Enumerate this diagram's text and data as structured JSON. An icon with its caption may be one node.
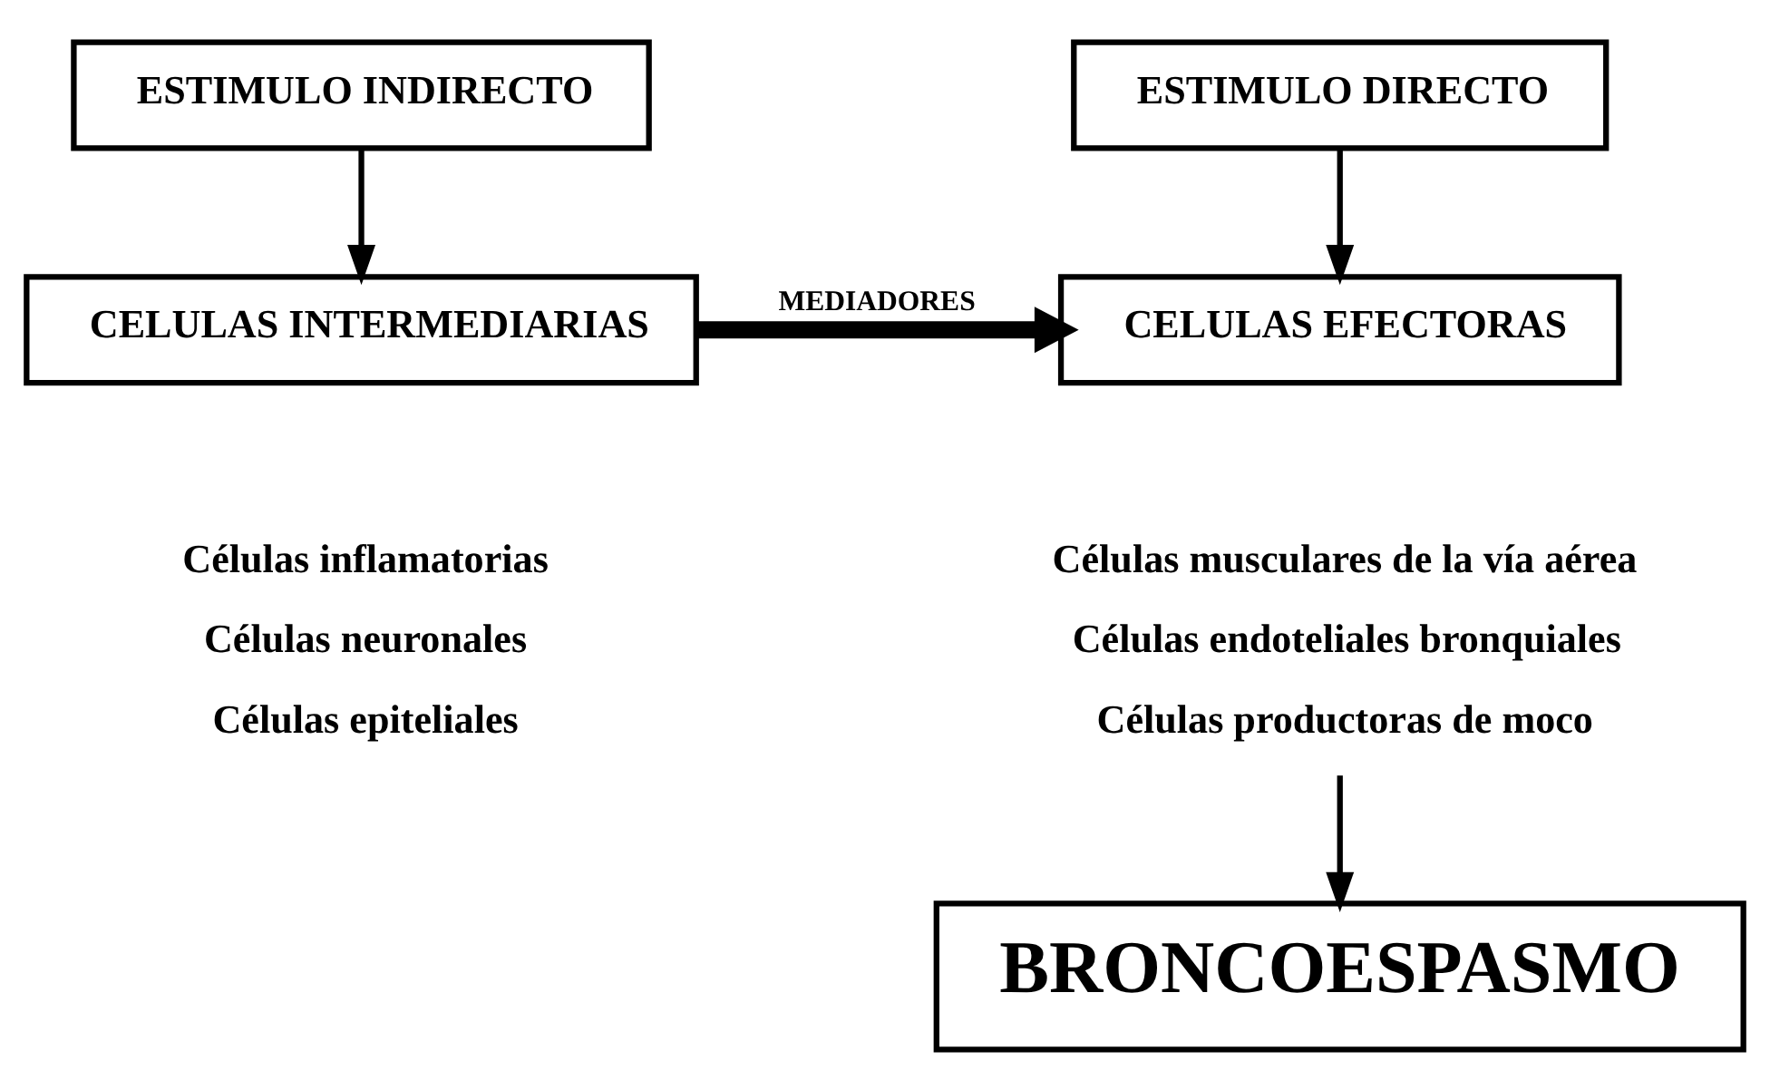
{
  "diagram": {
    "nodes": [
      {
        "text": [
          "ESTIMULO DIRECTO"
        ]
      },
      {
        "text": [
          "ESTIMULO INDIRECTO"
        ]
      },
      {
        "text": [
          "CELULAS EFECTORAS"
        ]
      },
      {
        "text": [
          "CELULAS INTERMEDIARIAS"
        ],
        "beside": [
          "Células inflamatorias",
          "Células neuronales",
          "Células epiteliales"
        ]
      },
      {
        "text": [
          "Células musculares de la vía aérea",
          "Células endoteliales bronquiales",
          "Células productoras de moco"
        ]
      },
      {
        "text": [
          "BRONCOESPASMO"
        ]
      }
    ],
    "edges": [
      {
        "from": 0,
        "to": 2,
        "arrow": "to"
      },
      {
        "from": 1,
        "to": 3,
        "arrow": "to"
      },
      {
        "from": 3,
        "to": 2,
        "arrow": "to",
        "label": "MEDIADORES",
        "style": "thick"
      },
      {
        "from": 4,
        "to": 5,
        "arrow": "to"
      }
    ]
  }
}
